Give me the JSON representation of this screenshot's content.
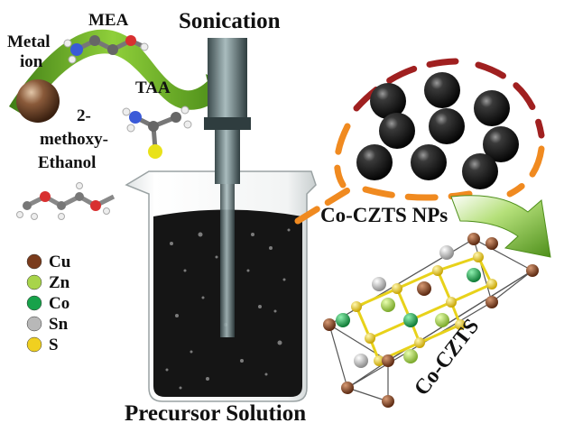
{
  "labels": {
    "metal_line1": "Metal",
    "metal_line2": "ion",
    "mea": "MEA",
    "sonication": "Sonication",
    "taa": "TAA",
    "methoxy_line1": "2-",
    "methoxy_line2": "methoxy-",
    "methoxy_line3": "Ethanol",
    "nps": "Co-CZTS NPs",
    "crystal": "Co-CZTS",
    "precursor": "Precursor Solution"
  },
  "legend": [
    {
      "element": "Cu",
      "color": "#7a3b1c"
    },
    {
      "element": "Zn",
      "color": "#a8d44a"
    },
    {
      "element": "Co",
      "color": "#17a24a"
    },
    {
      "element": "Sn",
      "color": "#b8b8b8"
    },
    {
      "element": "S",
      "color": "#f0d020"
    }
  ],
  "colors": {
    "arrow_green": "#6fb52a",
    "nanoparticle": "#1a1a1a",
    "dash_red": "#a02020",
    "dash_orange": "#f08a20",
    "probe": "#5a6e70",
    "solution": "#151515"
  }
}
